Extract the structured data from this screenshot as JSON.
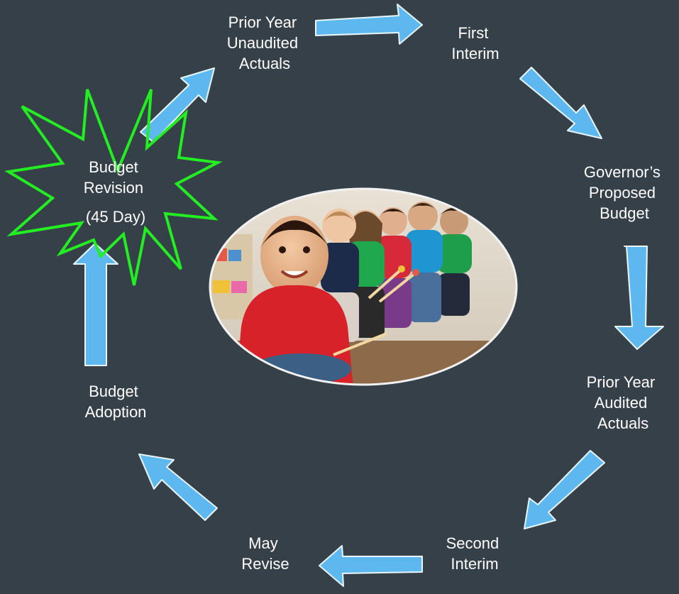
{
  "diagram": {
    "type": "cycle",
    "background_color": "#364049",
    "arrow_color": "#5cb8ef",
    "highlight_color": "#22ee22",
    "steps": {
      "prior_year_unaudited_actuals": [
        "Prior Year",
        "Unaudited",
        "Actuals"
      ],
      "first_interim": [
        "First",
        "Interim"
      ],
      "governors_proposed_budget": [
        "Governor’s",
        "Proposed",
        "Budget"
      ],
      "prior_year_audited_actuals": [
        "Prior Year",
        "Audited",
        "Actuals"
      ],
      "second_interim": [
        "Second",
        "Interim"
      ],
      "may_revise": [
        "May",
        "Revise"
      ],
      "budget_adoption": [
        "Budget",
        "Adoption"
      ],
      "budget_revision": [
        "Budget",
        "Revision",
        "(45 Day)"
      ]
    },
    "highlighted_step": "budget_revision",
    "center_image": "children in classroom"
  }
}
